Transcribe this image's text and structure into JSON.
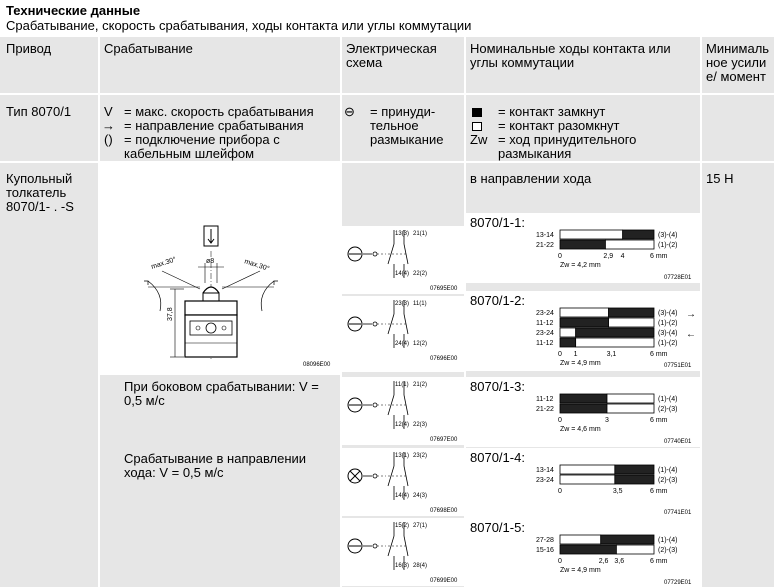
{
  "title": "Технические данные",
  "subtitle": "Срабатывание, скорость срабатывания, ходы контакта или углы коммутации",
  "headers": {
    "col1": "Привод",
    "col2": "Срабатывание",
    "col3": "Электрическая схема",
    "col4": "Номинальные ходы контакта или углы коммутации",
    "col5": "Минимальное усилие/ момент"
  },
  "row1": {
    "type": "Тип 8070/1",
    "legend_v_sym": "V",
    "legend_v": "= макс. скорость срабатывания",
    "legend_arrow_sym": "→",
    "legend_arrow": "= направление срабатывания",
    "legend_paren_sym": "()",
    "legend_paren": "= подключение прибора с кабельным шлейфом",
    "schema_sym": "⊖",
    "schema_text": "= принуди- тельное размыкание",
    "closed_text": "= контакт замкнут",
    "open_text": "= контакт разомкнут",
    "zw_sym": "Zw",
    "zw_text": "= ход принудительного размыкания"
  },
  "row2": {
    "actuator": "Купольный толкатель 8070/1- . -S",
    "direction": "в направлении хода",
    "force": "15 H",
    "side_text": "При боковом срабатывании: V = 0,5 м/с",
    "along_text": "Срабатывание в направлении хода: V = 0,5 м/с",
    "drawing_code": "08096E00",
    "drawing_labels": {
      "max_left": "max.30°",
      "max_right": "max.30°",
      "diam": "ø8",
      "height": "37,8"
    }
  },
  "schemes": [
    {
      "code": "07695E00",
      "top_left": "13(3)",
      "top_right": "21(1)",
      "bot_left": "14(4)",
      "bot_right": "22(2)"
    },
    {
      "code": "07696E00",
      "top_left": "23(3)",
      "top_right": "11(1)",
      "bot_left": "24(4)",
      "bot_right": "12(2)"
    },
    {
      "code": "07697E00",
      "top_left": "11(1)",
      "top_right": "21(2)",
      "bot_left": "12(4)",
      "bot_right": "22(3)"
    },
    {
      "code": "07698E00",
      "top_left": "13(1)",
      "top_right": "23(2)",
      "bot_left": "14(4)",
      "bot_right": "24(3)"
    },
    {
      "code": "07699E00",
      "top_left": "15(2)",
      "top_right": "27(1)",
      "bot_left": "16(3)",
      "bot_right": "28(4)"
    }
  ],
  "chart_data": [
    {
      "type": "table",
      "model": "8070/1-1:",
      "code": "07728E01",
      "zw": "Zw = 4,2 mm",
      "ticks": [
        "0",
        "2,9",
        "4",
        "6 mm"
      ],
      "rows": [
        {
          "left": "13-14",
          "right": "(3)-(4)",
          "segments": [
            {
              "from": 0,
              "to": 4,
              "closed": false
            },
            {
              "from": 4,
              "to": 6,
              "closed": true
            }
          ]
        },
        {
          "left": "21-22",
          "right": "(1)-(2)",
          "segments": [
            {
              "from": 0,
              "to": 2.9,
              "closed": true
            },
            {
              "from": 2.9,
              "to": 6,
              "closed": false
            }
          ]
        }
      ]
    },
    {
      "type": "table",
      "model": "8070/1-2:",
      "code": "07751E01",
      "zw": "Zw = 4,9 mm",
      "ticks": [
        "0",
        "1",
        "3,1",
        "6 mm"
      ],
      "rows": [
        {
          "left": "23-24",
          "right": "(3)-(4)",
          "arrow": "→",
          "segments": [
            {
              "from": 0,
              "to": 3.1,
              "closed": false
            },
            {
              "from": 3.1,
              "to": 6,
              "closed": true
            }
          ]
        },
        {
          "left": "11-12",
          "right": "(1)-(2)",
          "segments": [
            {
              "from": 0,
              "to": 3.1,
              "closed": true
            },
            {
              "from": 3.1,
              "to": 6,
              "closed": false
            }
          ]
        },
        {
          "left": "23-24",
          "right": "(3)-(4)",
          "arrow": "←",
          "segments": [
            {
              "from": 0,
              "to": 1,
              "closed": false
            },
            {
              "from": 1,
              "to": 6,
              "closed": true
            }
          ]
        },
        {
          "left": "11-12",
          "right": "(1)-(2)",
          "segments": [
            {
              "from": 0,
              "to": 1,
              "closed": true
            },
            {
              "from": 1,
              "to": 6,
              "closed": false
            }
          ]
        }
      ]
    },
    {
      "type": "table",
      "model": "8070/1-3:",
      "code": "07740E01",
      "zw": "Zw = 4,6 mm",
      "ticks": [
        "0",
        "3",
        "6 mm"
      ],
      "rows": [
        {
          "left": "11-12",
          "right": "(1)-(4)",
          "segments": [
            {
              "from": 0,
              "to": 3,
              "closed": true
            },
            {
              "from": 3,
              "to": 6,
              "closed": false
            }
          ]
        },
        {
          "left": "21-22",
          "right": "(2)-(3)",
          "segments": [
            {
              "from": 0,
              "to": 3,
              "closed": true
            },
            {
              "from": 3,
              "to": 6,
              "closed": false
            }
          ]
        }
      ]
    },
    {
      "type": "table",
      "model": "8070/1-4:",
      "code": "07741E01",
      "zw": "",
      "ticks": [
        "0",
        "3,5",
        "6 mm"
      ],
      "rows": [
        {
          "left": "13-14",
          "right": "(1)-(4)",
          "segments": [
            {
              "from": 0,
              "to": 3.5,
              "closed": false
            },
            {
              "from": 3.5,
              "to": 6,
              "closed": true
            }
          ]
        },
        {
          "left": "23-24",
          "right": "(2)-(3)",
          "segments": [
            {
              "from": 0,
              "to": 3.5,
              "closed": false
            },
            {
              "from": 3.5,
              "to": 6,
              "closed": true
            }
          ]
        }
      ]
    },
    {
      "type": "table",
      "model": "8070/1-5:",
      "code": "07729E01",
      "zw": "Zw = 4,9 mm",
      "ticks": [
        "0",
        "2,6",
        "3,6",
        "6 mm"
      ],
      "rows": [
        {
          "left": "27-28",
          "right": "(1)-(4)",
          "segments": [
            {
              "from": 0,
              "to": 2.6,
              "closed": false
            },
            {
              "from": 2.6,
              "to": 6,
              "closed": true
            }
          ]
        },
        {
          "left": "15-16",
          "right": "(2)-(3)",
          "segments": [
            {
              "from": 0,
              "to": 3.6,
              "closed": true
            },
            {
              "from": 3.6,
              "to": 6,
              "closed": false
            }
          ]
        }
      ]
    }
  ]
}
